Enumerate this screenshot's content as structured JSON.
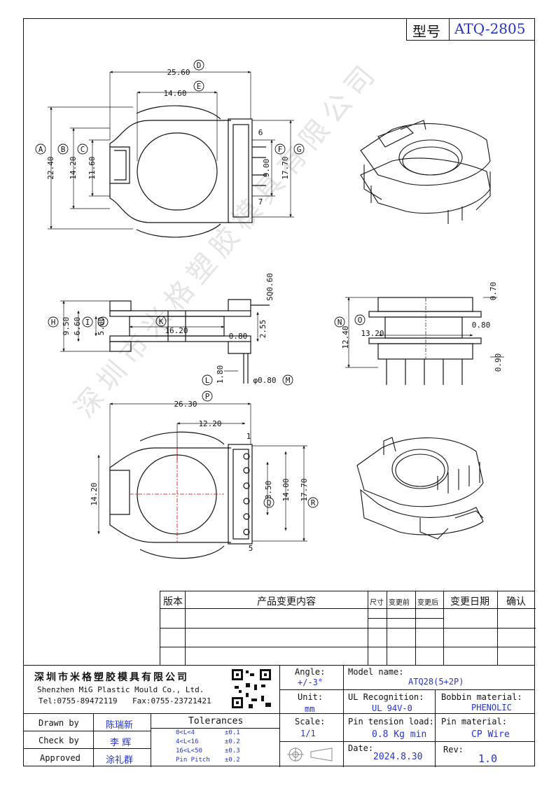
{
  "header": {
    "model_label": "型号",
    "model_code": "ATQ-2805"
  },
  "dims": {
    "D": "25.60",
    "E": "14.60",
    "A": "22.40",
    "B": "14.20",
    "C": "11.60",
    "F": "9.00",
    "G": "17.70",
    "pin6": "6",
    "pin7": "7",
    "sq": "SQ0.60",
    "H": "9.50",
    "I": "6.60",
    "J": "5.00",
    "K": "16.20",
    "k080": "0.80",
    "h255": "2.55",
    "L": "1.80",
    "M": "φ0.80",
    "N": "12.40",
    "O": "0.70",
    "o080": "0.80",
    "w1320": "13.20",
    "o090": "0.90",
    "P": "26.30",
    "p1220": "12.20",
    "b1420": "14.20",
    "Q": "3.50",
    "q1400": "14.00",
    "R": "17.70",
    "pin1": "1",
    "pin5": "5"
  },
  "markers": {
    "A": "A",
    "B": "B",
    "C": "C",
    "D": "D",
    "E": "E",
    "F": "F",
    "G": "G",
    "H": "H",
    "I": "I",
    "J": "J",
    "K": "K",
    "L": "L",
    "M": "M",
    "N": "N",
    "O": "O",
    "P": "P",
    "Q": "Q",
    "R": "R"
  },
  "watermark": "深圳市米格塑胶模具有限公司",
  "revision": {
    "headers": [
      "版本",
      "产品变更内容",
      "尺寸",
      "变更前",
      "变更后",
      "变更日期",
      "确认"
    ]
  },
  "company": {
    "name": "深圳市米格塑胶模具有限公司",
    "name_en": "Shenzhen MiG Plastic Mould Co., Ltd.",
    "tel": "Tel:0755-89472119",
    "fax": "Fax:0755-23721421"
  },
  "sign": {
    "drawn_label": "Drawn by",
    "drawn": "陈瑞新",
    "check_label": "Check by",
    "check": "李 辉",
    "approved_label": "Approved",
    "approved": "涂礼群"
  },
  "tolerances": {
    "title": "Tolerances",
    "rows": [
      [
        "0<L<4",
        "±0.1"
      ],
      [
        "4<L<16",
        "±0.2"
      ],
      [
        "16<L<50",
        "±0.3"
      ],
      [
        "Pin Pitch",
        "±0.2"
      ]
    ]
  },
  "angle": {
    "label": "Angle:",
    "value": "+/-3°"
  },
  "unit": {
    "label": "Unit:",
    "value": "mm"
  },
  "scale": {
    "label": "Scale:",
    "value": "1/1"
  },
  "model": {
    "label": "Model name:",
    "value": "ATQ28(5+2P)"
  },
  "ul": {
    "label": "UL Recognition:",
    "value": "UL 94V-0"
  },
  "bobbin": {
    "label": "Bobbin material:",
    "value": "PHENOLIC"
  },
  "tension": {
    "label": "Pin tension load:",
    "value": "0.8 Kg min"
  },
  "pin_material": {
    "label": "Pin material:",
    "value": "CP Wire"
  },
  "date": {
    "label": "Date:",
    "value": "2024.8.30"
  },
  "rev": {
    "label": "Rev:",
    "value": "1.0"
  }
}
